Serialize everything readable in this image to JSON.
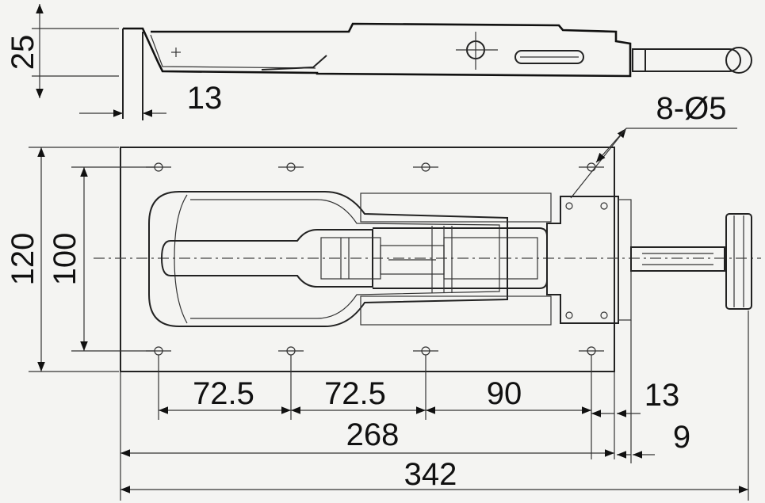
{
  "dimensions": {
    "height_side": "25",
    "offset_left": "13",
    "hole_spec": "8-Ø5",
    "outer_height": "120",
    "hole_spacing_height": "100",
    "spacing_1": "72.5",
    "spacing_2": "72.5",
    "spacing_3": "90",
    "right_offset": "13",
    "hole_span": "268",
    "plate_right_offset": "9",
    "overall_length": "342"
  },
  "colors": {
    "line": "#222222",
    "background": "#f4f4f2"
  }
}
